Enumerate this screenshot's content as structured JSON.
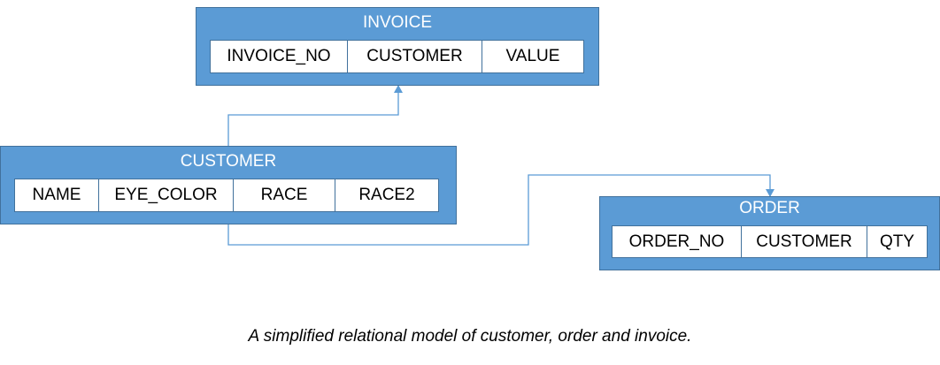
{
  "colors": {
    "entity_fill": "#5b9bd5",
    "entity_border": "#41719c",
    "connector": "#5b9bd5"
  },
  "entities": {
    "invoice": {
      "title": "INVOICE",
      "fields": [
        "INVOICE_NO",
        "CUSTOMER",
        "VALUE"
      ]
    },
    "customer": {
      "title": "CUSTOMER",
      "fields": [
        "NAME",
        "EYE_COLOR",
        "RACE",
        "RACE2"
      ]
    },
    "order": {
      "title": "ORDER",
      "fields": [
        "ORDER_NO",
        "CUSTOMER",
        "QTY"
      ]
    }
  },
  "relationships": [
    {
      "from": "customer",
      "to": "invoice"
    },
    {
      "from": "customer",
      "to": "order"
    }
  ],
  "caption": "A simplified relational model of customer, order and invoice."
}
